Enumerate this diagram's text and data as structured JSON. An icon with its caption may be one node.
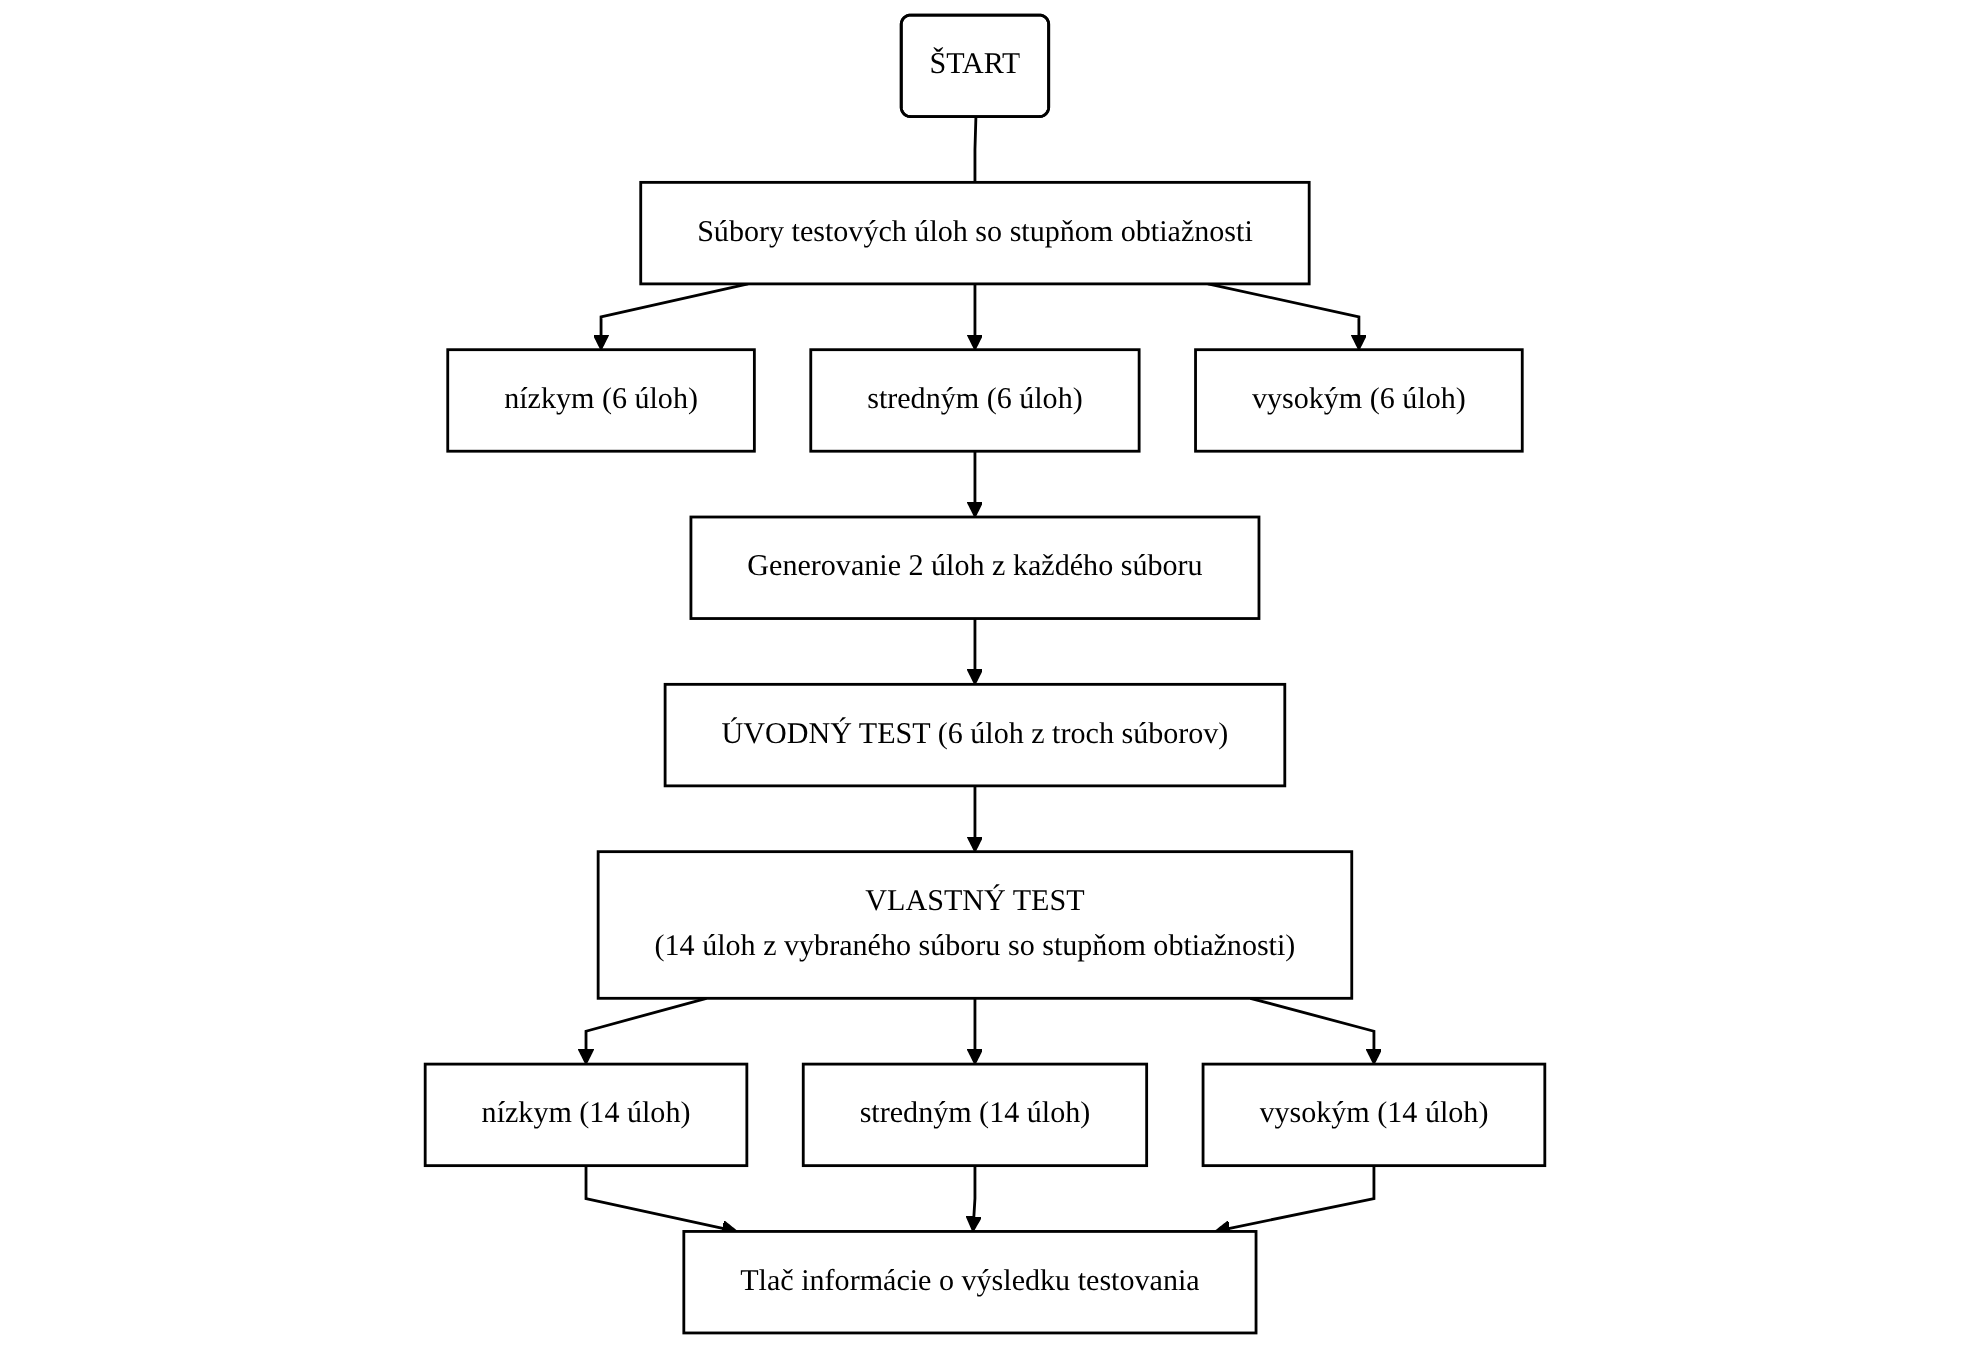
{
  "diagram": {
    "nodes": [
      {
        "text": [
          "ŠTART"
        ]
      },
      {
        "text": [
          "Súbory testových úloh so stupňom obtiažnosti"
        ]
      },
      {
        "text": [
          "nízkym (6 úloh)"
        ]
      },
      {
        "text": [
          "stredným (6 úloh)"
        ]
      },
      {
        "text": [
          "vysokým (6 úloh)"
        ]
      },
      {
        "text": [
          "Generovanie 2 úloh z každého súboru"
        ]
      },
      {
        "text": [
          "ÚVODNÝ TEST (6 úloh z troch súborov)"
        ]
      },
      {
        "text": [
          "VLASTNÝ TEST",
          "(14 úloh z vybraného súboru so stupňom obtiažnosti)"
        ]
      },
      {
        "text": [
          "nízkym (14 úloh)"
        ]
      },
      {
        "text": [
          "stredným (14 úloh)"
        ]
      },
      {
        "text": [
          "vysokým (14 úloh)"
        ]
      },
      {
        "text": [
          "Tlač informácie o výsledku testovania"
        ]
      }
    ],
    "edges": [
      {
        "from": 0,
        "to": 1,
        "arrow": "none"
      },
      {
        "from": 1,
        "to": 2,
        "arrow": "to"
      },
      {
        "from": 1,
        "to": 3,
        "arrow": "to"
      },
      {
        "from": 1,
        "to": 4,
        "arrow": "to"
      },
      {
        "from": 3,
        "to": 5,
        "arrow": "to"
      },
      {
        "from": 5,
        "to": 6,
        "arrow": "to"
      },
      {
        "from": 6,
        "to": 7,
        "arrow": "to"
      },
      {
        "from": 7,
        "to": 8,
        "arrow": "to"
      },
      {
        "from": 7,
        "to": 9,
        "arrow": "to"
      },
      {
        "from": 7,
        "to": 10,
        "arrow": "to"
      },
      {
        "from": 8,
        "to": 11,
        "arrow": "to"
      },
      {
        "from": 9,
        "to": 11,
        "arrow": "to"
      },
      {
        "from": 10,
        "to": 11,
        "arrow": "to"
      }
    ]
  }
}
